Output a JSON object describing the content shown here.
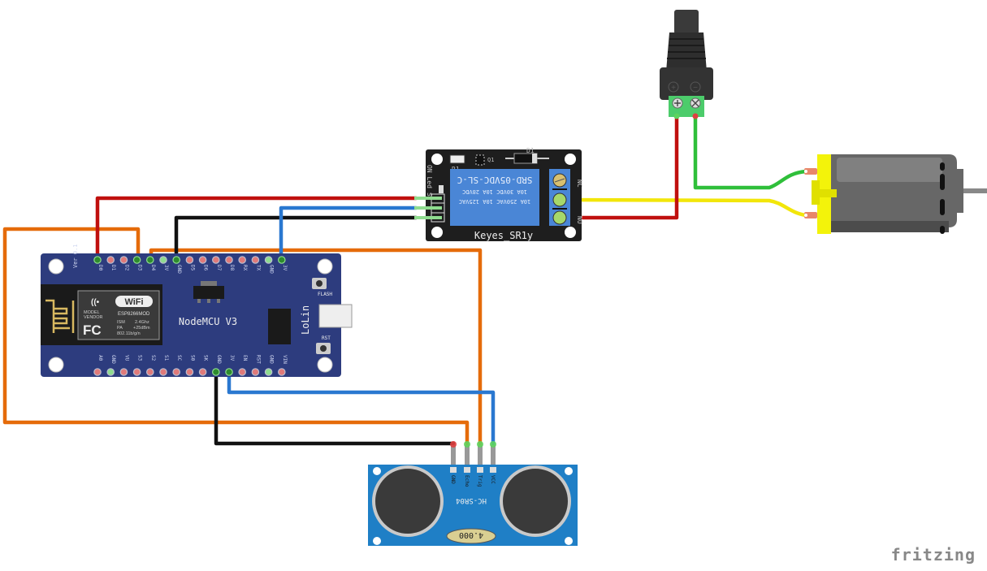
{
  "brand": "fritzing",
  "nodemcu": {
    "title": "NodeMCU V3",
    "version": "Ver 0.1",
    "vendor_label": "LoLin",
    "flash_label": "FLASH",
    "rst_label": "RST",
    "top_pins": [
      "D0",
      "D1",
      "D2",
      "D3",
      "D4",
      "3V",
      "GND",
      "D5",
      "D6",
      "D7",
      "D8",
      "RX",
      "TX",
      "GND",
      "3V"
    ],
    "bottom_pins": [
      "A0",
      "GND",
      "VU",
      "S3",
      "S2",
      "S1",
      "SC",
      "S0",
      "SK",
      "GND",
      "3V",
      "EN",
      "RST",
      "GND",
      "VIN"
    ],
    "module": {
      "wifi": "WiFi",
      "model": "MODEL",
      "vendor": "VENDOR",
      "chip": "ESP8266MOD",
      "fc": "FC",
      "ism": "ISM",
      "ism_val": "2.4Ghz",
      "pa": "PA",
      "pa_val": "+25dBm",
      "std": "802.11b/g/n"
    }
  },
  "relay": {
    "name": "Keyes_SR1y",
    "model": "SRD-05VDC-SL-C",
    "line1": "10A 30VDC 10A 28VDC",
    "line2": "10A 250VAC 10A 125VAC",
    "r1": "R1",
    "q1": "Q1",
    "d1": "D1",
    "led": "ON Led",
    "s_pin": "S",
    "nc": "NC",
    "no": "NO"
  },
  "sensor": {
    "name": "HC-SR04",
    "crystal": "4.000",
    "pins": [
      "GND",
      "Echo",
      "Trig",
      "VCC"
    ]
  },
  "dc_jack": {
    "plus": "+",
    "minus": "−"
  },
  "colors": {
    "board": "#2d3c7e",
    "relay_blue": "#4a86d6",
    "sensor_blue": "#1f7fc6",
    "wire_red": "#c0100e",
    "wire_black": "#111111",
    "wire_blue": "#2a78d0",
    "wire_orange": "#e56b0a",
    "wire_green": "#2fbf3a",
    "wire_yellow": "#f2e60a",
    "motor_yellow": "#f3f30a",
    "motor_gray": "#666666"
  }
}
